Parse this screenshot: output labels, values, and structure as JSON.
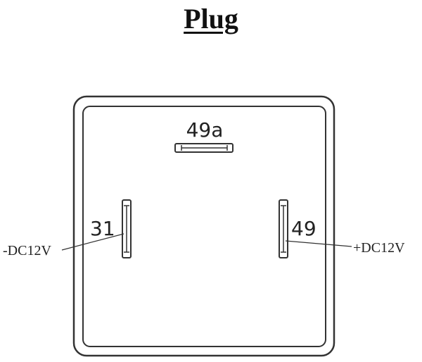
{
  "title": "Plug",
  "pins": {
    "top": "49a",
    "left": "31",
    "right": "49"
  },
  "voltages": {
    "left": "-DC12V",
    "right": "+DC12V"
  },
  "colors": {
    "line": "#333333",
    "text": "#222222",
    "background": "#ffffff"
  }
}
